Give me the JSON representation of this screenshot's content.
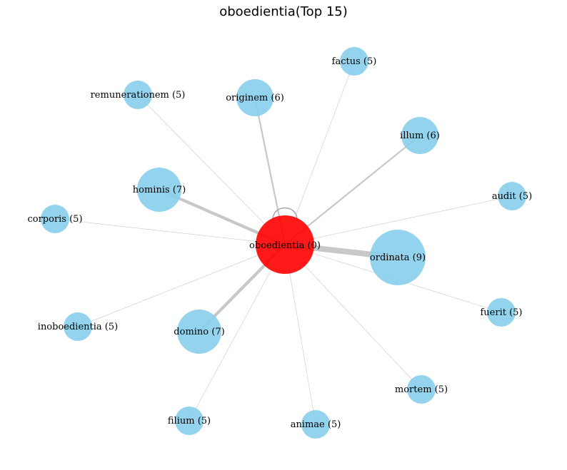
{
  "title": "oboedientia(Top 15)",
  "colors": {
    "center": "#ff0000",
    "node": "#87ceeb",
    "edge": "#c8c8c8"
  },
  "center": {
    "id": "oboedientia",
    "label": "oboedientia (0)",
    "self_loop": true
  },
  "nodes": [
    {
      "id": "factus",
      "label": "factus (5)",
      "weight": 5
    },
    {
      "id": "originem",
      "label": "originem (6)",
      "weight": 6
    },
    {
      "id": "remunerationem",
      "label": "remunerationem (5)",
      "weight": 5
    },
    {
      "id": "illum",
      "label": "illum (6)",
      "weight": 6
    },
    {
      "id": "hominis",
      "label": "hominis (7)",
      "weight": 7
    },
    {
      "id": "audit",
      "label": "audit (5)",
      "weight": 5
    },
    {
      "id": "corporis",
      "label": "corporis (5)",
      "weight": 5
    },
    {
      "id": "ordinata",
      "label": "ordinata (9)",
      "weight": 9
    },
    {
      "id": "fuerit",
      "label": "fuerit (5)",
      "weight": 5
    },
    {
      "id": "inoboedientia",
      "label": "inoboedientia (5)",
      "weight": 5
    },
    {
      "id": "domino",
      "label": "domino (7)",
      "weight": 7
    },
    {
      "id": "mortem",
      "label": "mortem (5)",
      "weight": 5
    },
    {
      "id": "filium",
      "label": "filium (5)",
      "weight": 5
    },
    {
      "id": "animae",
      "label": "animae (5)",
      "weight": 5
    }
  ]
}
